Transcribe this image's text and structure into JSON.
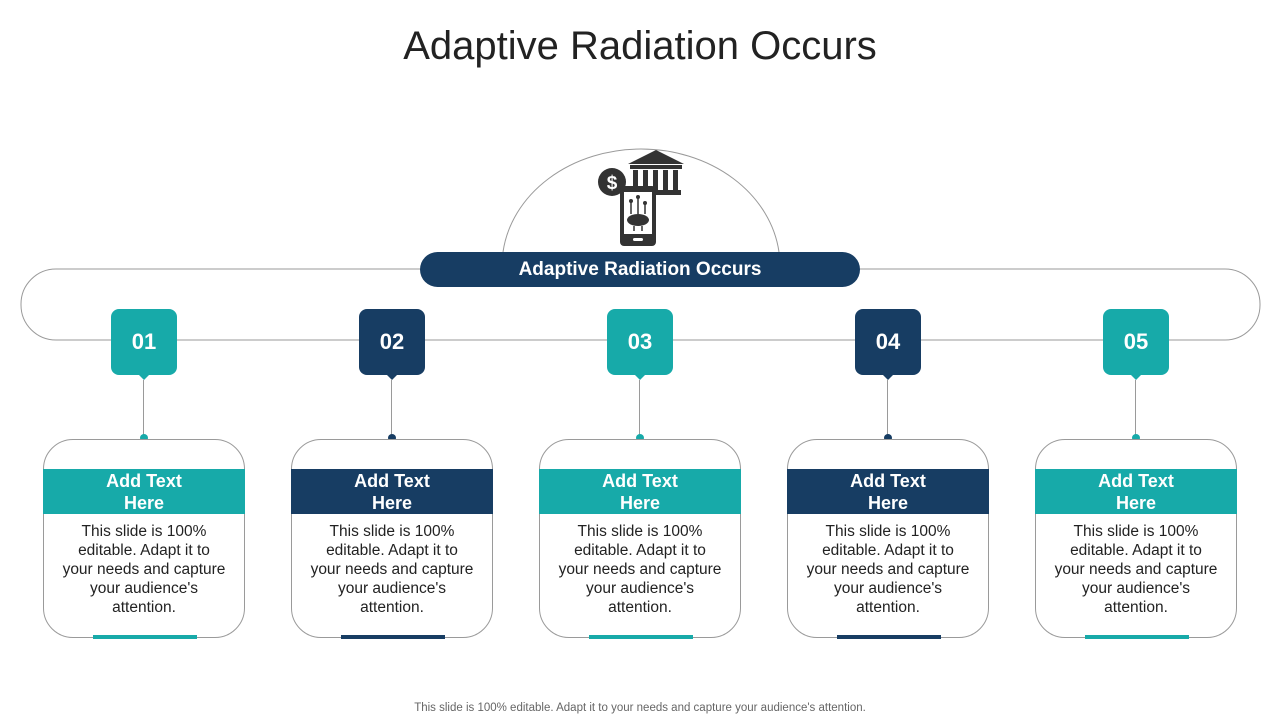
{
  "title": "Adaptive Radiation Occurs",
  "center_label": "Adaptive Radiation Occurs",
  "icon": "mobile-banking-icon",
  "colors": {
    "teal": "#17aaa9",
    "navy": "#173d63"
  },
  "steps": [
    {
      "number": "01",
      "heading": "Add Text Here",
      "body": "This slide is 100% editable. Adapt it to your needs and capture your audience's attention.",
      "color": "teal"
    },
    {
      "number": "02",
      "heading": "Add Text Here",
      "body": "This slide is 100% editable. Adapt it to your needs and capture your audience's attention.",
      "color": "navy"
    },
    {
      "number": "03",
      "heading": "Add Text Here",
      "body": "This slide is 100% editable. Adapt it to your needs and capture your audience's attention.",
      "color": "teal"
    },
    {
      "number": "04",
      "heading": "Add Text Here",
      "body": "This slide is 100% editable. Adapt it to your needs and capture your audience's attention.",
      "color": "navy"
    },
    {
      "number": "05",
      "heading": "Add Text Here",
      "body": "This slide is 100% editable. Adapt it to your needs and capture your audience's attention.",
      "color": "teal"
    }
  ],
  "footer": "This slide is 100% editable. Adapt it to your needs and capture your audience's attention."
}
